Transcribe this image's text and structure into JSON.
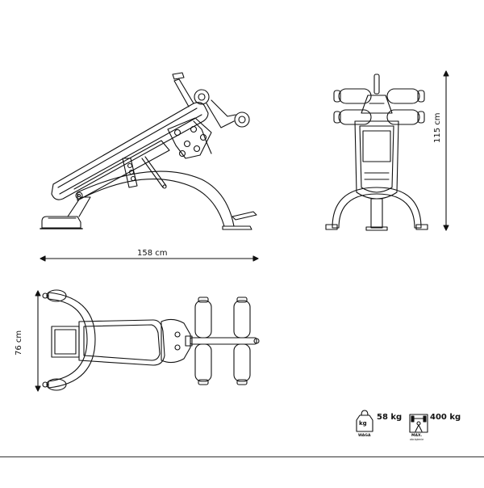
{
  "dimensions": {
    "length": "158 cm",
    "height": "115 cm",
    "width": "76 cm"
  },
  "specs": {
    "weight": {
      "icon_text": "kg",
      "icon_caption": "WAGA",
      "value": "58 kg"
    },
    "max_load": {
      "icon_caption": "MAX.",
      "icon_subcaption": "obciążenie",
      "value": "400 kg"
    }
  },
  "icons": [
    "weight-kettlebell-icon",
    "barbell-max-load-icon"
  ],
  "colors": {
    "line": "#111111",
    "background": "#ffffff"
  }
}
